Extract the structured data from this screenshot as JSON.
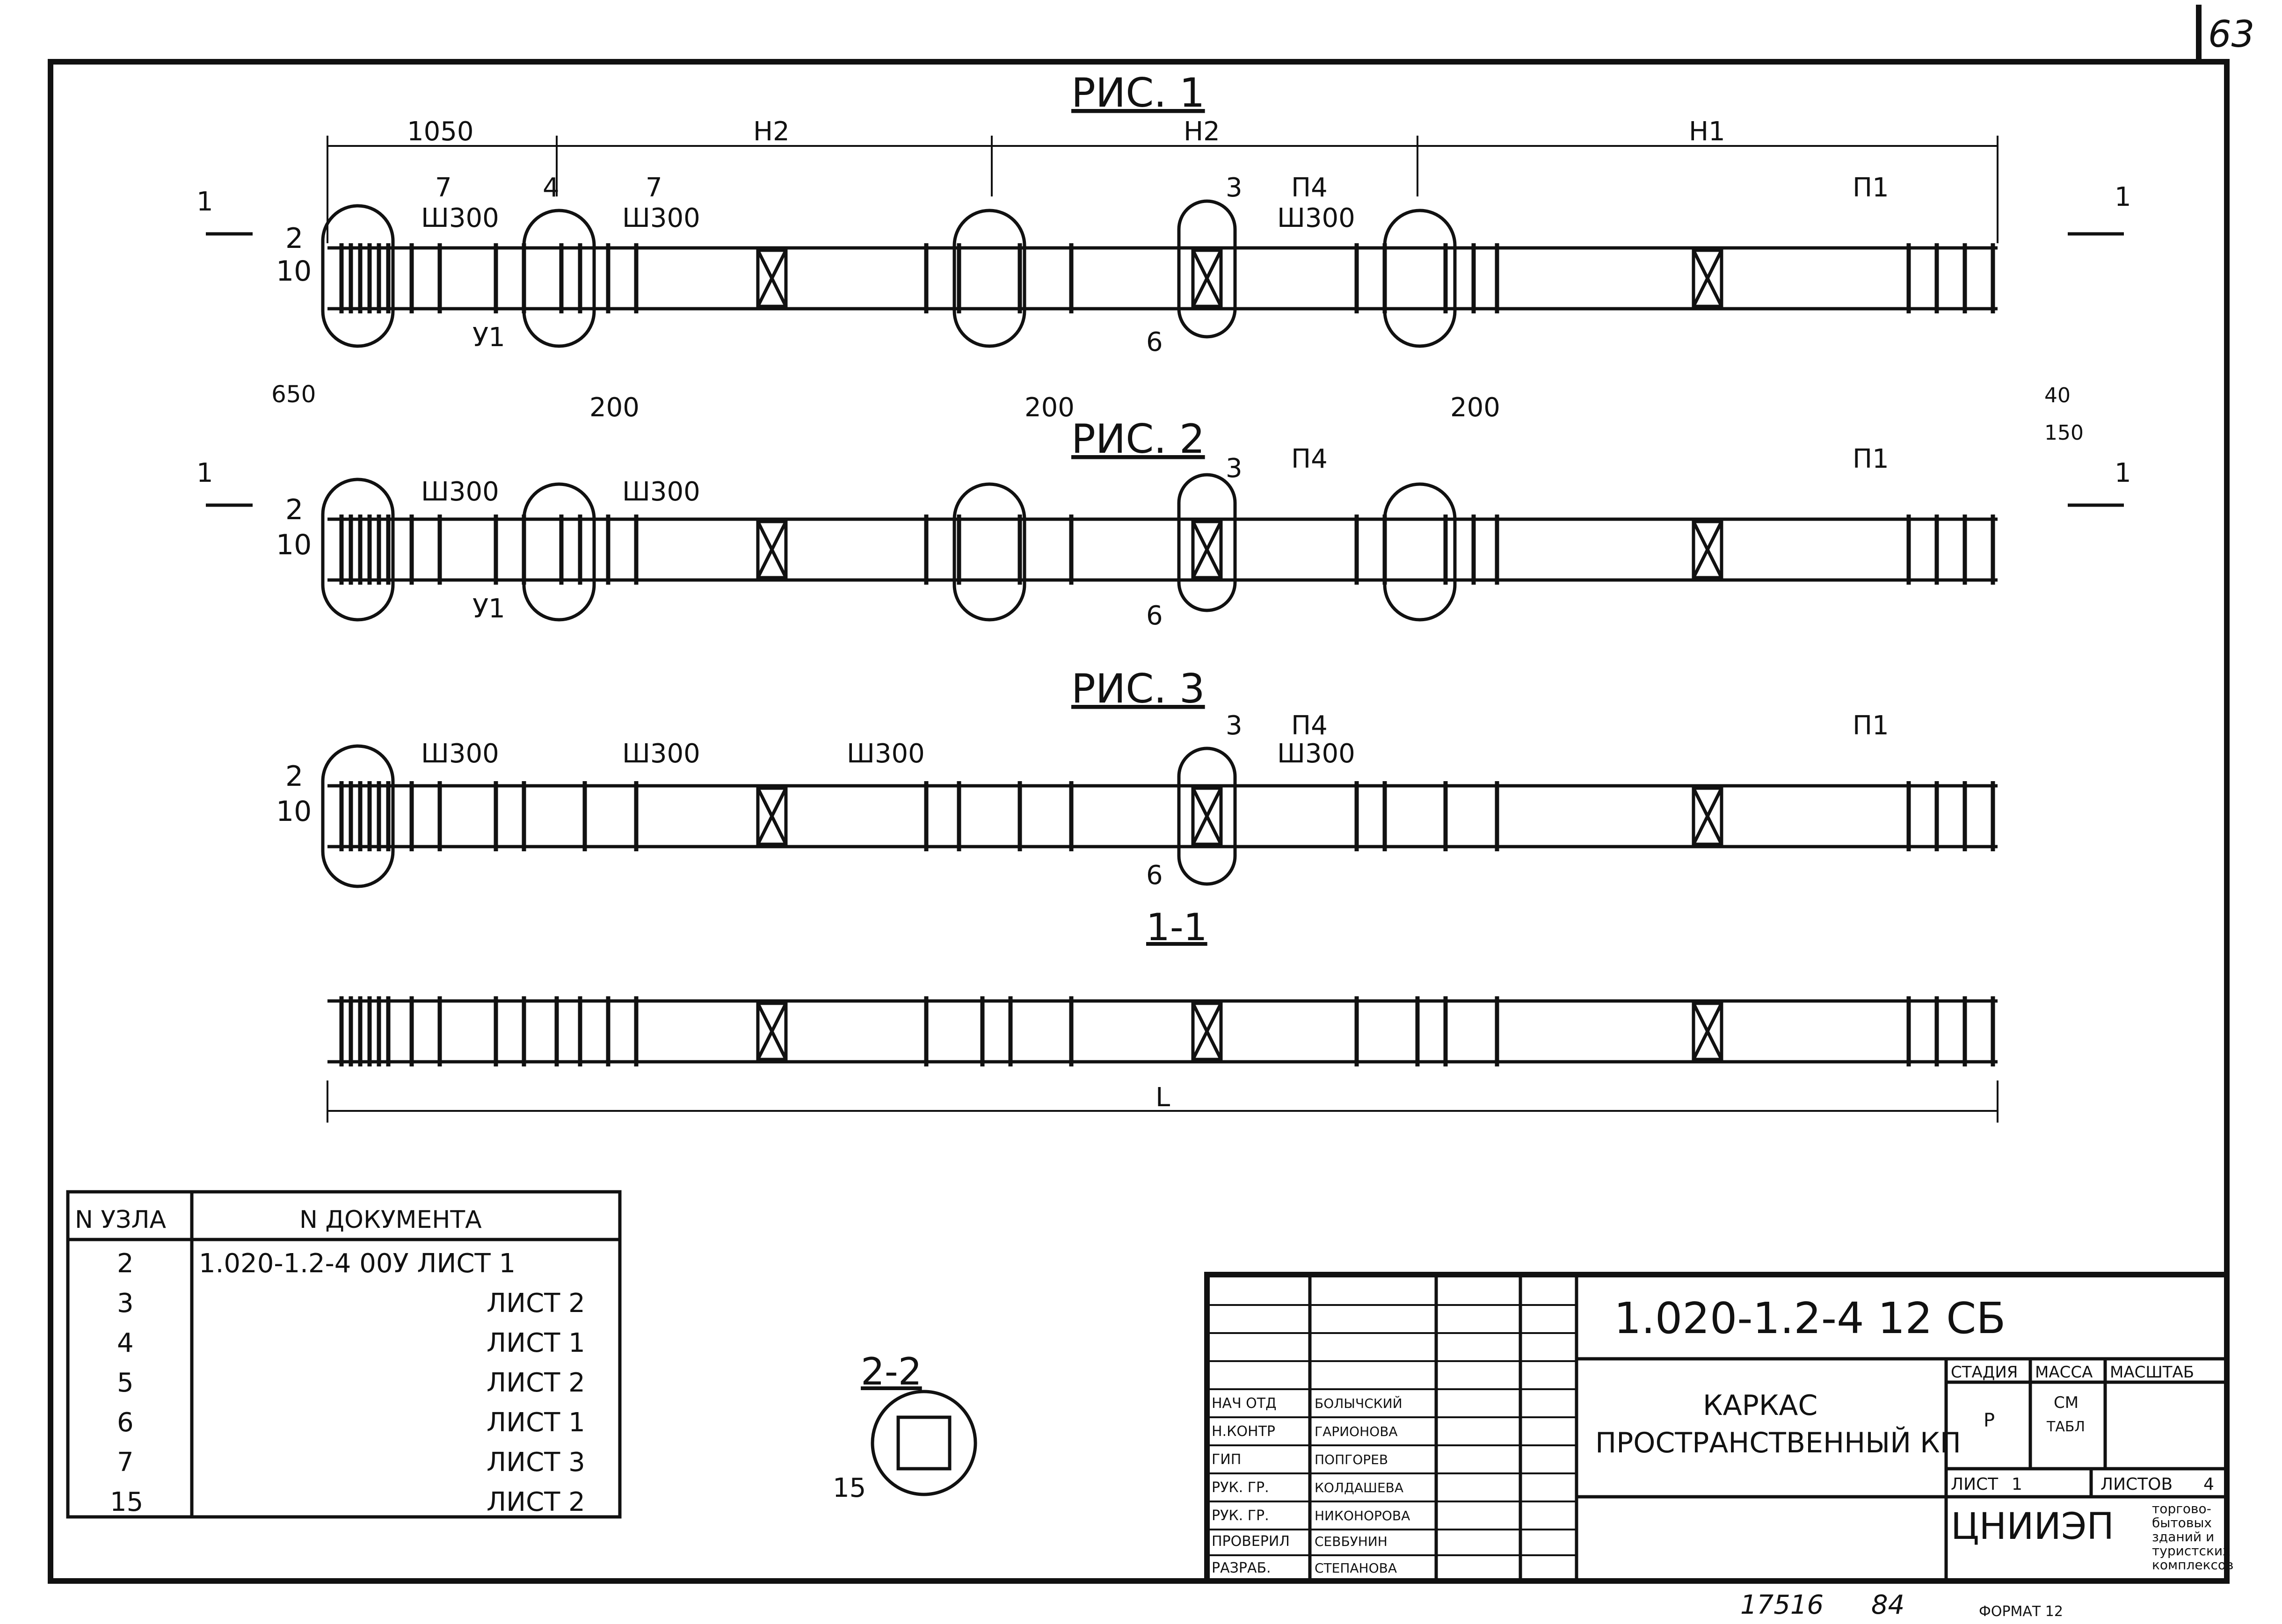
{
  "sheet_number": "63",
  "figures": [
    {
      "title": "РИС. 1"
    },
    {
      "title": "РИС. 2"
    },
    {
      "title": "РИС. 3"
    }
  ],
  "section_1_1": "1-1",
  "section_2_2": "2-2",
  "section_2_2_mark": "15",
  "dimensions": {
    "d1050": "1050",
    "h2": "Н2",
    "h1": "Н1",
    "d650": "650",
    "d200": "200",
    "d40": "40",
    "d150": "150",
    "length": "L"
  },
  "labels": {
    "one": "1",
    "two": "2",
    "ten": "10",
    "seven": "7",
    "four": "4",
    "three": "3",
    "six": "6",
    "sh300": "Ш300",
    "u1": "У1",
    "p4": "П4",
    "p1": "П1"
  },
  "node_table": {
    "header_node": "N УЗЛА",
    "header_doc": "N ДОКУМЕНТА",
    "rows": [
      {
        "node": "2",
        "doc": "1.020-1.2-4 00У ЛИСТ 1"
      },
      {
        "node": "3",
        "doc": "ЛИСТ 2"
      },
      {
        "node": "4",
        "doc": "ЛИСТ 1"
      },
      {
        "node": "5",
        "doc": "ЛИСТ 2"
      },
      {
        "node": "6",
        "doc": "ЛИСТ 1"
      },
      {
        "node": "7",
        "doc": "ЛИСТ 3"
      },
      {
        "node": "15",
        "doc": "ЛИСТ 2"
      }
    ]
  },
  "title_block": {
    "code": "1.020-1.2-4 12 СБ",
    "name_line1": "КАРКАС",
    "name_line2": "ПРОСТРАНСТВЕННЫЙ КП",
    "stage_header": "СТАДИЯ",
    "mass_header": "МАССА",
    "scale_header": "МАСШТАБ",
    "stage_value": "Р",
    "mass_value_1": "СМ",
    "mass_value_2": "ТАБЛ",
    "sheet_label": "ЛИСТ",
    "sheet_value": "1",
    "sheets_label": "ЛИСТОВ",
    "sheets_value": "4",
    "org": "ЦНИИЭП",
    "org_desc_1": "торгово-",
    "org_desc_2": "бытовых",
    "org_desc_3": "зданий и",
    "org_desc_4": "туристских",
    "org_desc_5": "комплексов",
    "roles": [
      {
        "role": "НАЧ ОТД",
        "name": "БОЛЫЧСКИЙ"
      },
      {
        "role": "Н.КОНТР",
        "name": "ГАРИОНОВА"
      },
      {
        "role": "ГИП",
        "name": "ПОПГОРЕВ"
      },
      {
        "role": "РУК. ГР.",
        "name": "КОЛДАШЕВА"
      },
      {
        "role": "РУК. ГР.",
        "name": "НИКОНОРОВА"
      },
      {
        "role": "ПРОВЕРИЛ",
        "name": "СЕВБУНИН"
      },
      {
        "role": "РАЗРАБ.",
        "name": "СТЕПАНОВА"
      }
    ]
  },
  "footer": {
    "inv": "17516",
    "num": "84",
    "format": "ФОРМАТ 12"
  }
}
